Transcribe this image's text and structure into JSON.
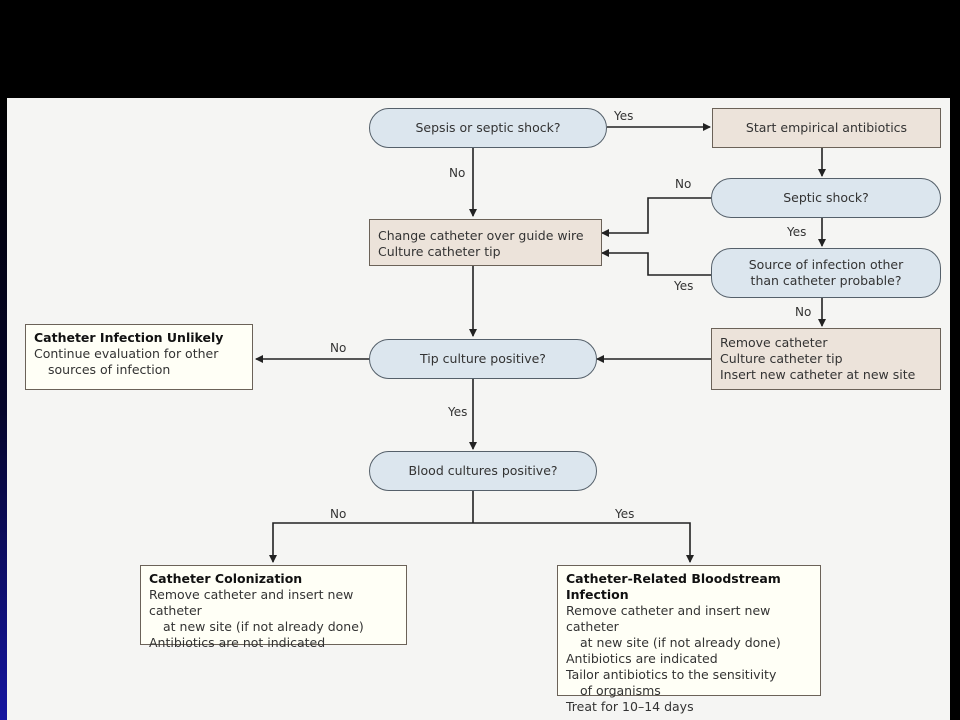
{
  "nodes": {
    "sepsis": "Sepsis or septic shock?",
    "start_antibiotics": "Start empirical antibiotics",
    "septic_shock": "Septic shock?",
    "change_catheter": [
      "Change catheter over guide wire",
      "Culture catheter tip"
    ],
    "source_infection": [
      "Source of infection other",
      "than catheter probable?"
    ],
    "remove_catheter": [
      "Remove catheter",
      "Culture catheter tip",
      "Insert new catheter at new site"
    ],
    "tip_culture": "Tip culture positive?",
    "unlikely": {
      "title": "Catheter Infection Unlikely",
      "lines": [
        "Continue evaluation for other",
        "sources of infection"
      ]
    },
    "blood_cultures": "Blood cultures positive?",
    "colonization": {
      "title": "Catheter Colonization",
      "lines": [
        "Remove catheter and insert new catheter",
        "at new site (if not already done)",
        "Antibiotics are not indicated"
      ]
    },
    "bloodstream": {
      "title": "Catheter-Related Bloodstream Infection",
      "lines": [
        "Remove catheter and insert new catheter",
        "at new site (if not already done)",
        "Antibiotics are indicated",
        "Tailor antibiotics to the sensitivity",
        "of organisms",
        "Treat for 10–14 days"
      ]
    }
  },
  "edge_labels": {
    "sepsis_yes": "Yes",
    "sepsis_no": "No",
    "shock_no": "No",
    "shock_yes": "Yes",
    "source_yes": "Yes",
    "source_no": "No",
    "tip_no": "No",
    "tip_yes": "Yes",
    "blood_no": "No",
    "blood_yes": "Yes"
  }
}
